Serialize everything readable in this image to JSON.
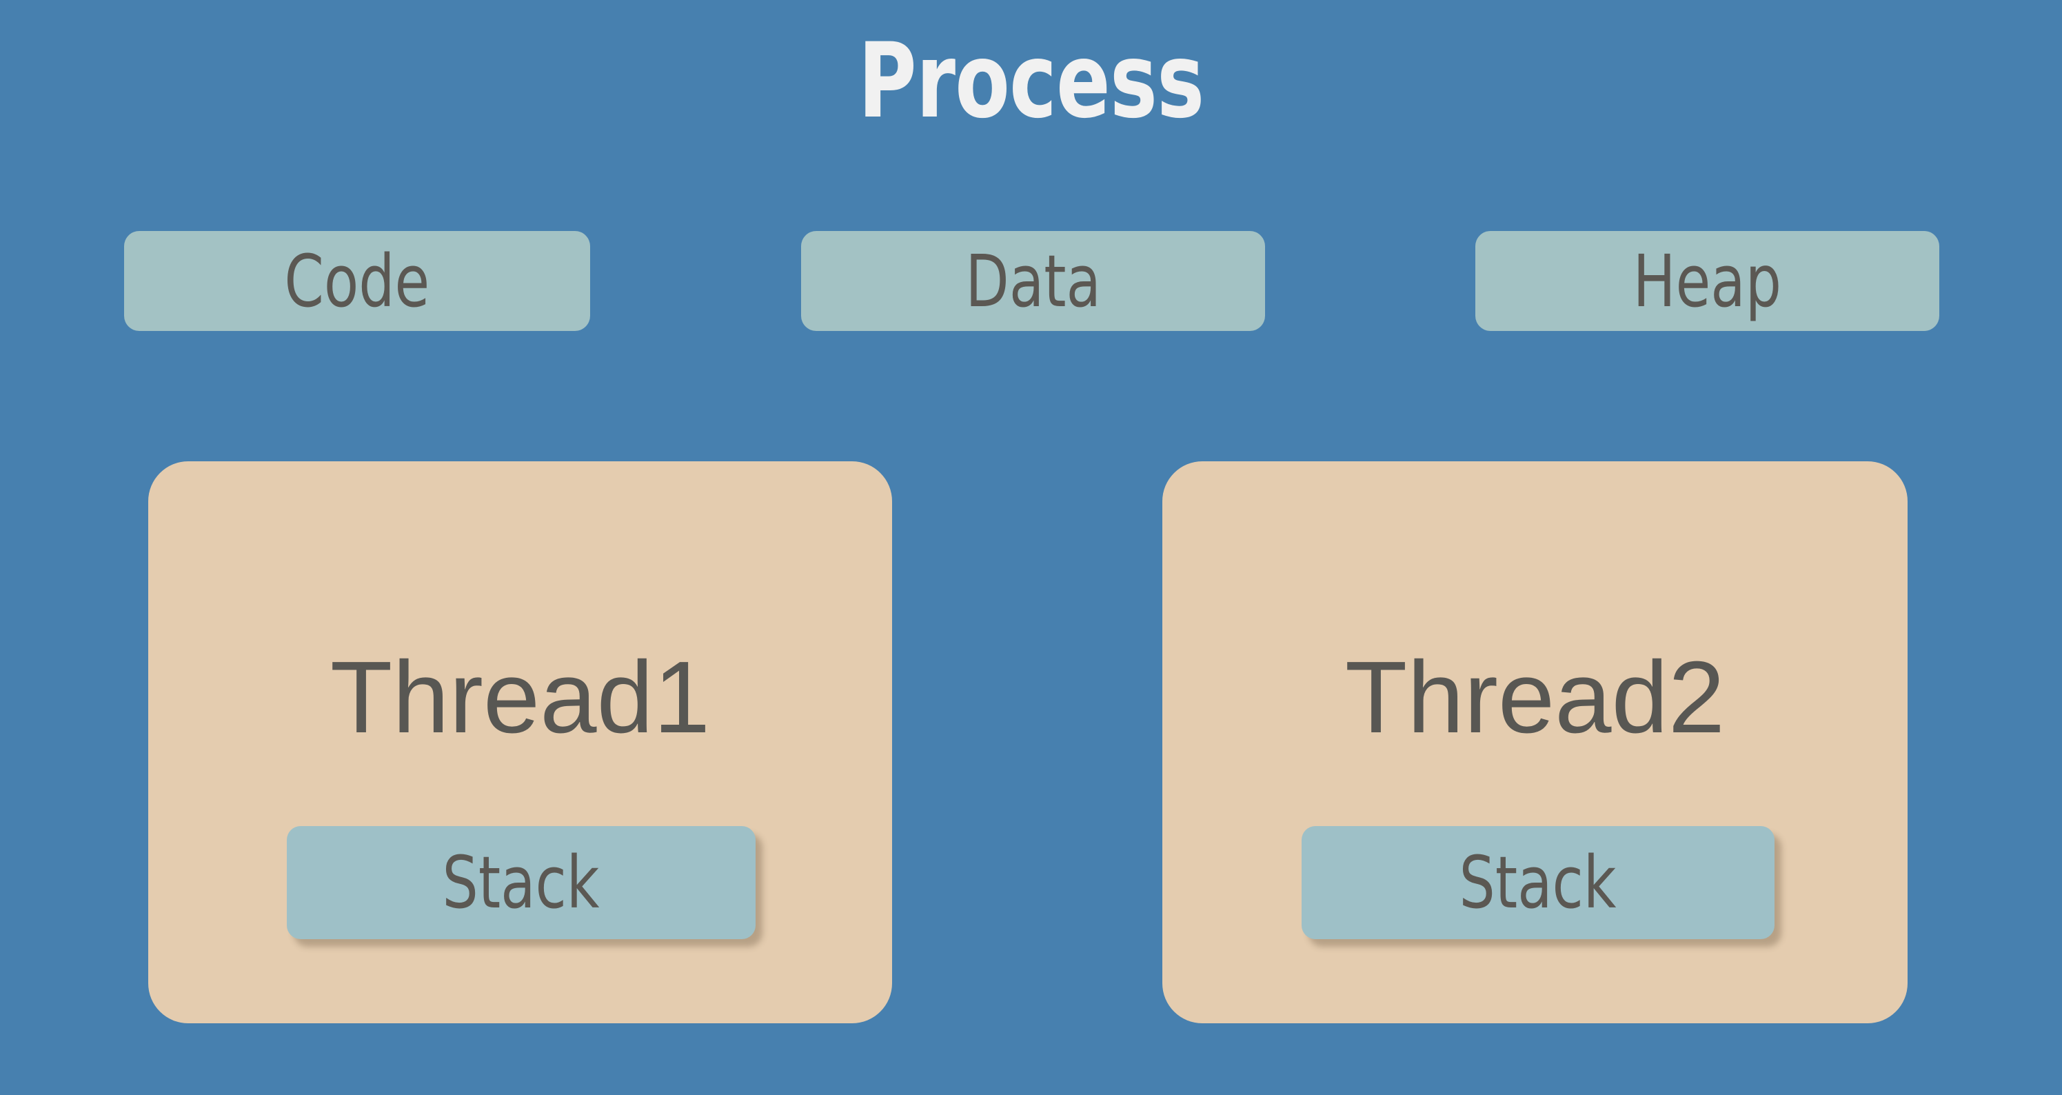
{
  "diagram": {
    "title": "Process",
    "background_color": "#4780af",
    "title_color": "#f1f1f1",
    "segment_box_color": "#a3c2c4",
    "thread_box_color": "#e4ccaf",
    "stack_box_color": "#9ec0c7",
    "label_color": "#5b5853"
  },
  "segments": [
    {
      "id": "code",
      "label": "Code"
    },
    {
      "id": "data",
      "label": "Data"
    },
    {
      "id": "heap",
      "label": "Heap"
    }
  ],
  "threads": [
    {
      "id": "thread1",
      "label": "Thread1",
      "stack_label": "Stack"
    },
    {
      "id": "thread2",
      "label": "Thread2",
      "stack_label": "Stack"
    }
  ]
}
